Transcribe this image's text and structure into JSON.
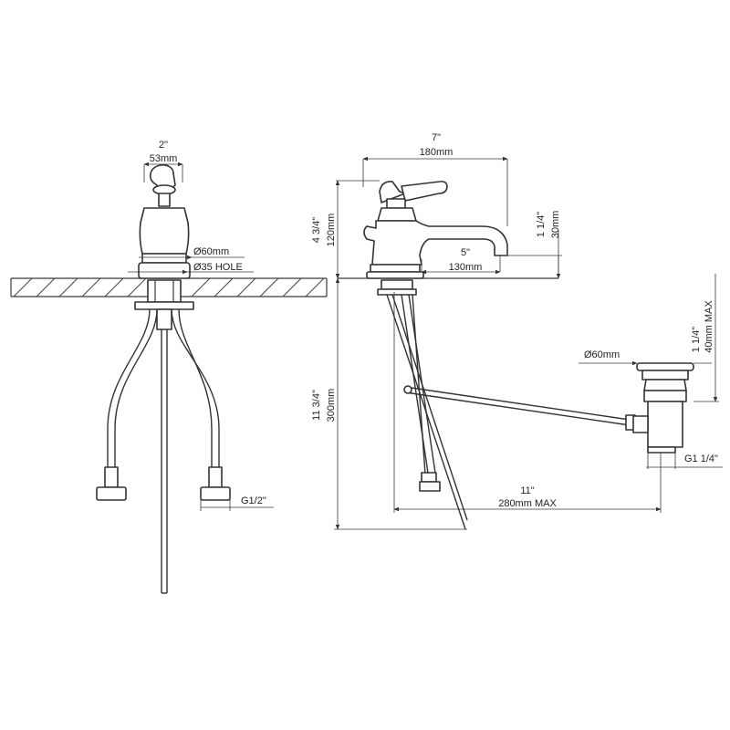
{
  "front_view": {
    "width_in": "2\"",
    "width_mm": "53mm",
    "base_diameter": "Ø60mm",
    "hole": "Ø35 HOLE",
    "thread": "G1/2\""
  },
  "side_view": {
    "length_in": "7\"",
    "length_mm": "180mm",
    "height_in": "4 3/4\"",
    "height_mm": "120mm",
    "spout_reach_in": "5\"",
    "spout_reach_mm": "130mm",
    "spout_height_in": "1 1/4\"",
    "spout_height_mm": "30mm",
    "below_counter_in": "11 3/4\"",
    "below_counter_mm": "300mm",
    "waste_offset_in": "11\"",
    "waste_offset_mm": "280mm MAX"
  },
  "waste": {
    "diameter": "Ø60mm",
    "height_in": "1 1/4\"",
    "height_mm": "40mm MAX",
    "thread": "G1 1/4\""
  }
}
